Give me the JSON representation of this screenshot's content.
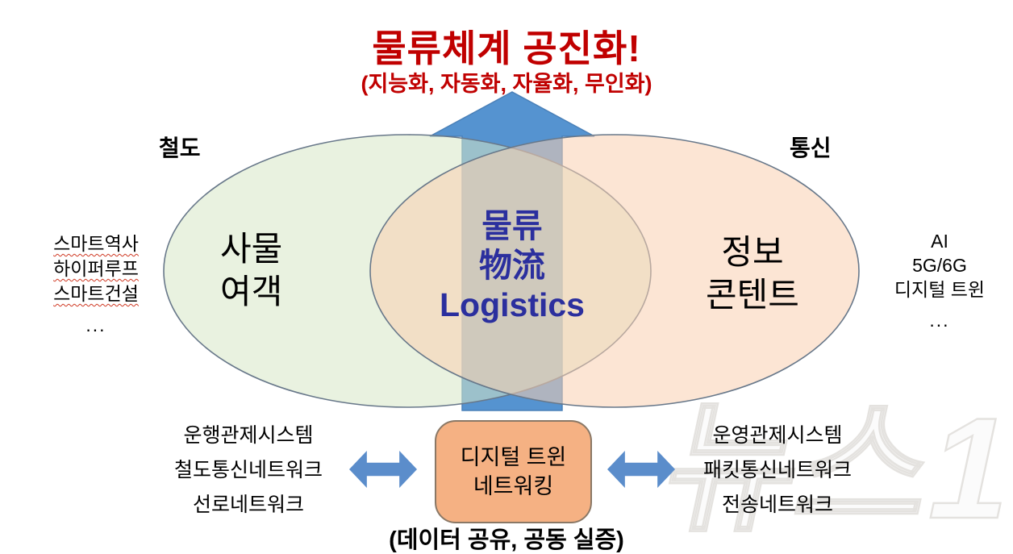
{
  "title": {
    "main": "물류체계 공진화!",
    "subtitle": "(지능화, 자동화, 자율화, 무인화)"
  },
  "venn": {
    "left_label": "철도",
    "right_label": "통신",
    "left_lines": [
      "사물",
      "여객"
    ],
    "right_lines": [
      "정보",
      "콘텐트"
    ],
    "center_lines": [
      "물류",
      "物流",
      "Logistics"
    ]
  },
  "side_notes": {
    "left": [
      "스마트역사",
      "하이퍼루프",
      "스마트건설"
    ],
    "left_more": "...",
    "right": [
      "AI",
      "5G/6G",
      "디지털 트윈"
    ],
    "right_more": "..."
  },
  "bottom": {
    "left_list": [
      "운행관제시스템",
      "철도통신네트워크",
      "선로네트워크"
    ],
    "box_lines": [
      "디지털 트윈",
      "네트워킹"
    ],
    "right_list": [
      "운영관제시스템",
      "패킷통신네트워크",
      "전송네트워크"
    ],
    "caption": "(데이터 공유, 공동 실증)"
  },
  "watermark": {
    "text": "뉴스1"
  },
  "colors": {
    "title_red": "#c00000",
    "center_text_blue": "#2b2f9e",
    "arrow_fill": "#5593d0",
    "arrow_stroke": "#4a80b8",
    "left_ellipse_fill": "#d7e7c7",
    "right_ellipse_fill": "#fad0b1",
    "ellipse_stroke": "#68788a",
    "box_fill": "#f5b183",
    "box_border": "#8a7866",
    "double_arrow_blue": "#5b8dcb"
  }
}
